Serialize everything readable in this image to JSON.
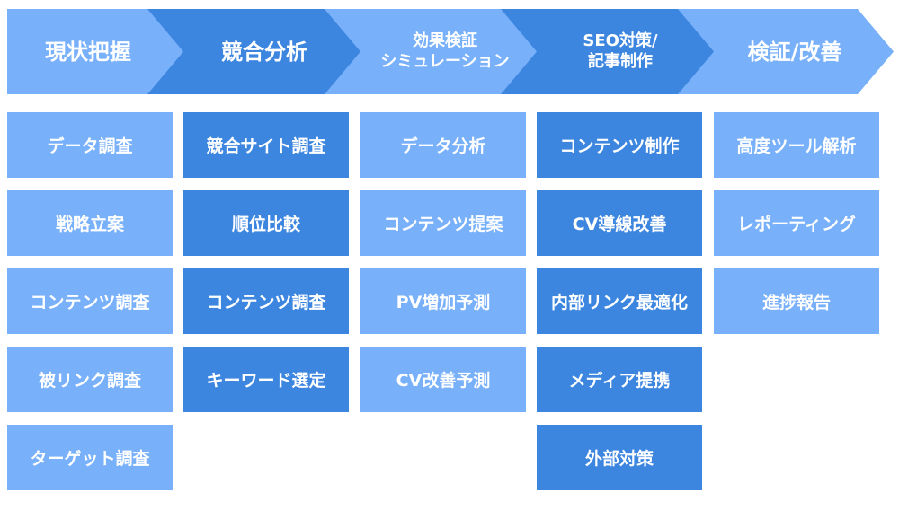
{
  "colors": {
    "light": "#78b0fa",
    "dark": "#3d86e0"
  },
  "stages": [
    {
      "title": "現状把握",
      "tone": "light",
      "items": [
        "データ調査",
        "戦略立案",
        "コンテンツ調査",
        "被リンク調査",
        "ターゲット調査"
      ]
    },
    {
      "title": "競合分析",
      "tone": "dark",
      "items": [
        "競合サイト調査",
        "順位比較",
        "コンテンツ調査",
        "キーワード選定"
      ]
    },
    {
      "title": "効果検証\nシミュレーション",
      "tone": "light",
      "items": [
        "データ分析",
        "コンテンツ提案",
        "PV増加予測",
        "CV改善予測"
      ]
    },
    {
      "title": "SEO対策/\n記事制作",
      "tone": "dark",
      "items": [
        "コンテンツ制作",
        "CV導線改善",
        "内部リンク最適化",
        "メディア提携",
        "外部対策"
      ]
    },
    {
      "title": "検証/改善",
      "tone": "light",
      "items": [
        "高度ツール解析",
        "レポーティング",
        "進捗報告"
      ]
    }
  ]
}
